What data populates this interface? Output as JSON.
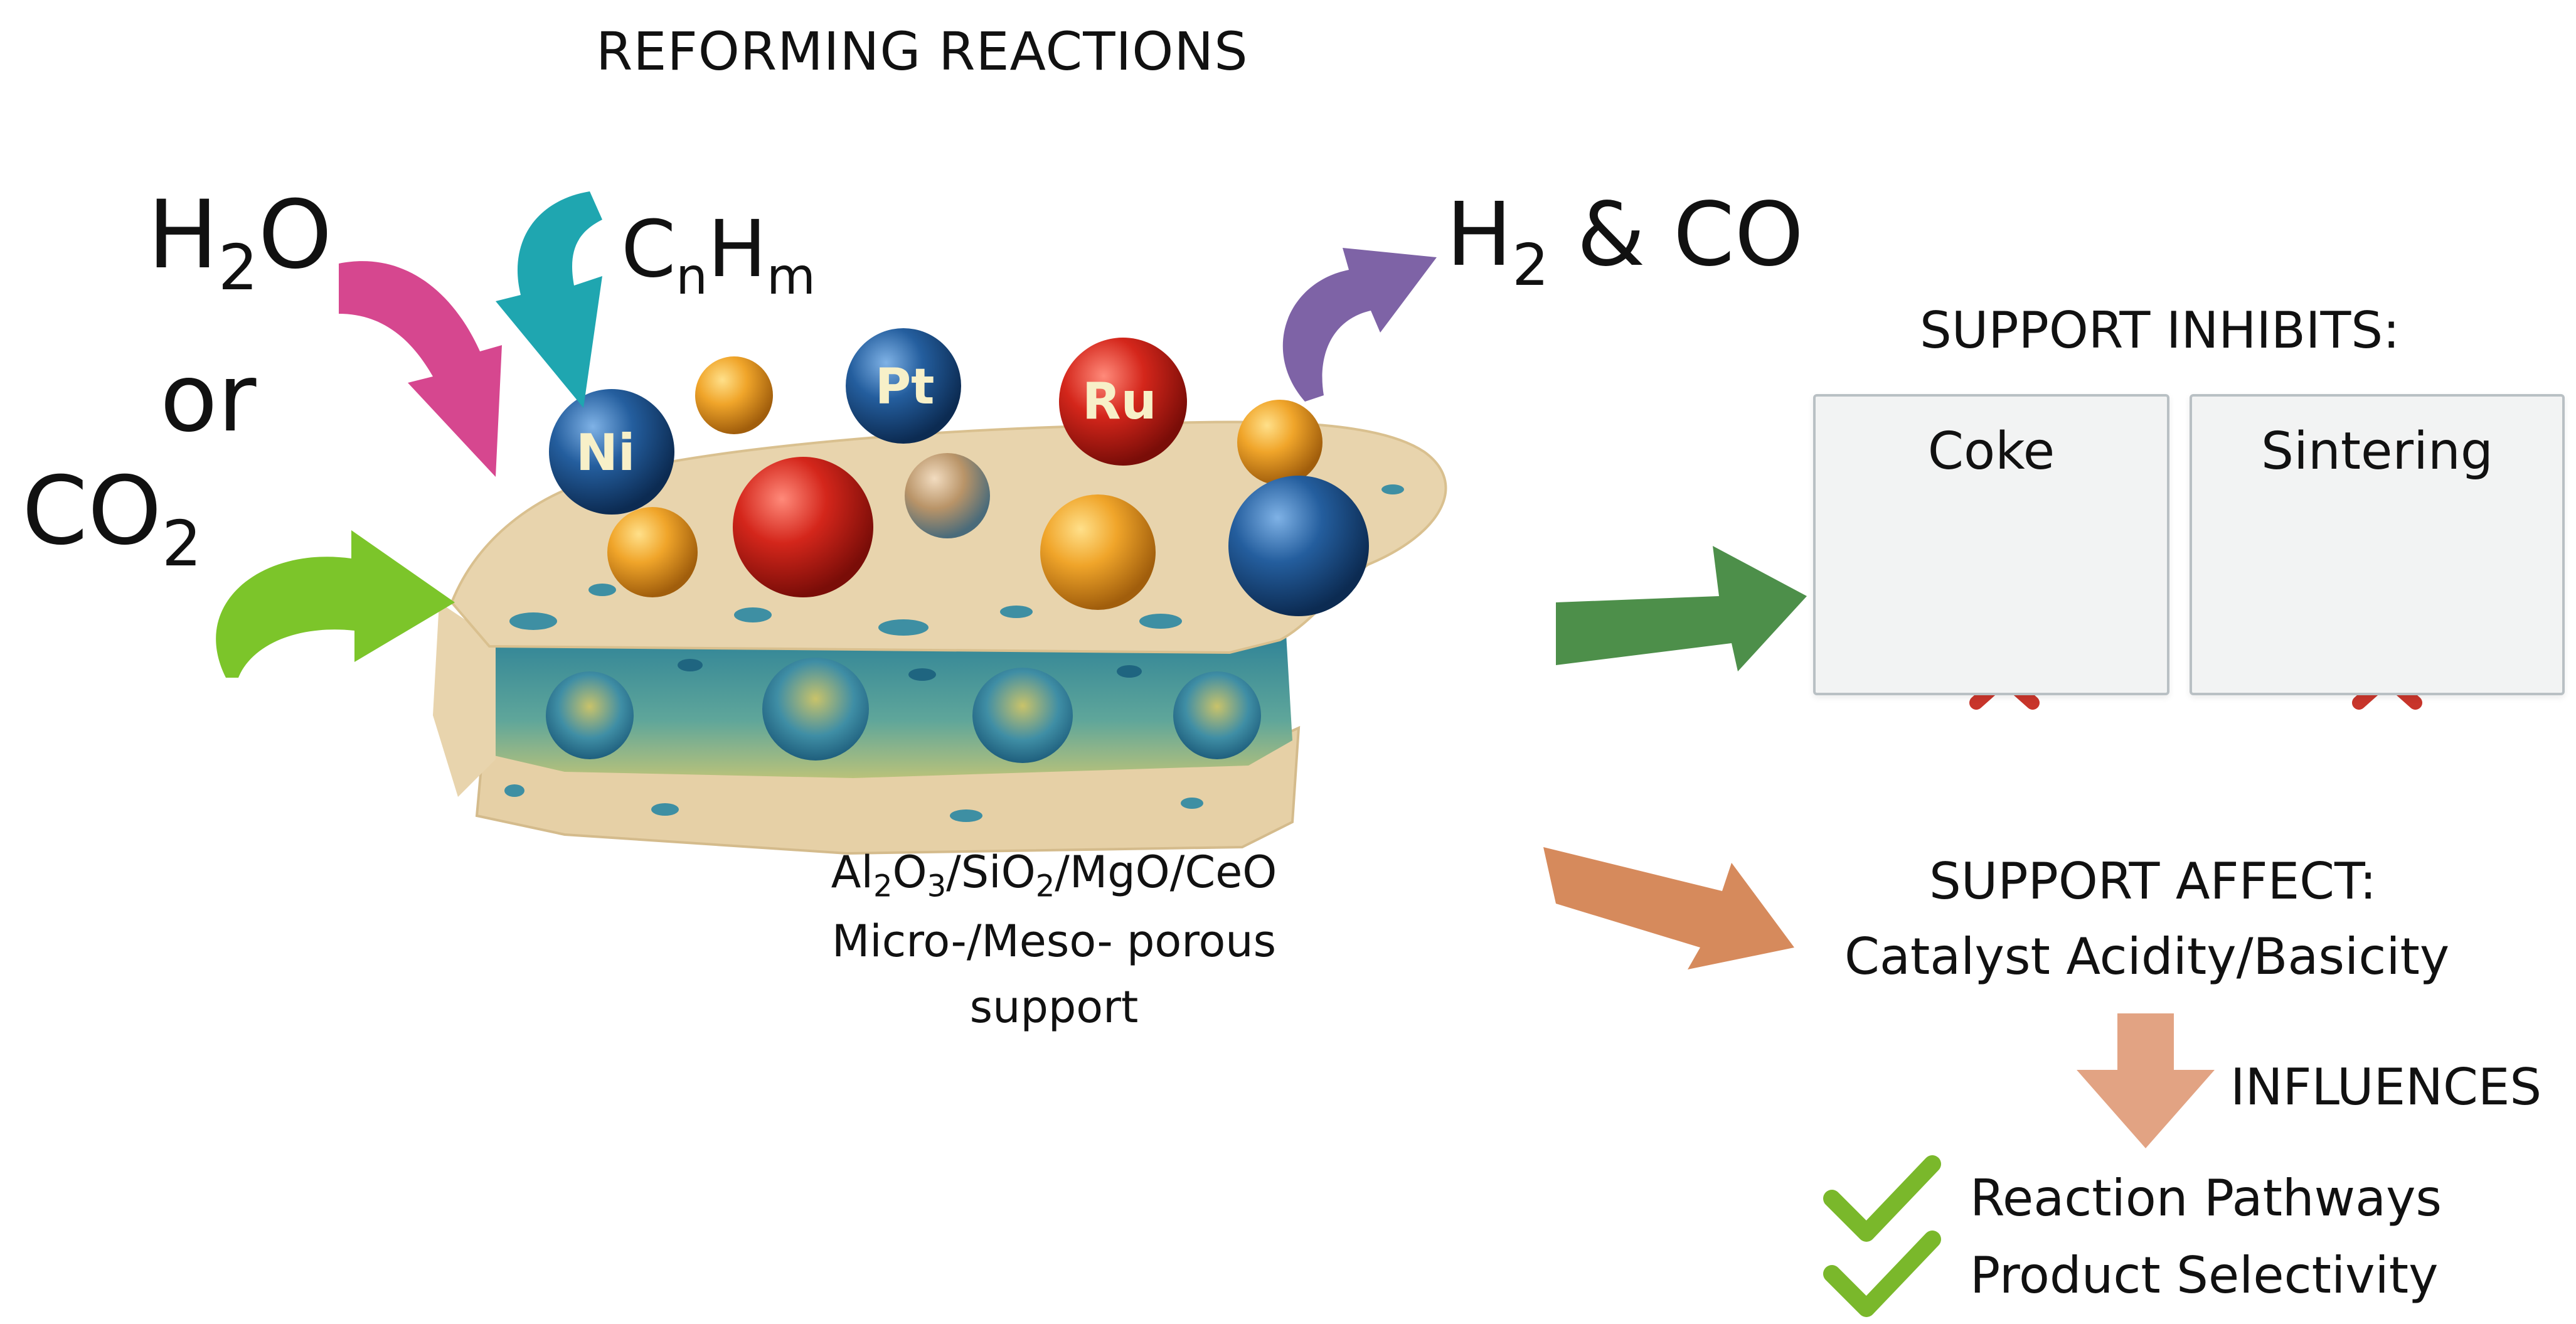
{
  "title": "REFORMING REACTIONS",
  "reactants": {
    "h2o": {
      "main": "H",
      "sub": "2",
      "tail": "O"
    },
    "or": "or",
    "co2": {
      "main": "CO",
      "sub": "2"
    },
    "hydrocarbon": {
      "c": "C",
      "n": "n",
      "h": "H",
      "m": "m"
    }
  },
  "products": {
    "h": "H",
    "sub": "2",
    "tail": " & CO"
  },
  "metals": [
    "Ni",
    "Pt",
    "Ru"
  ],
  "support_caption": {
    "line1_parts": [
      "Al",
      "2",
      "O",
      "3",
      "/SiO",
      "2",
      "/MgO/CeO"
    ],
    "line2": "Micro-/Meso- porous",
    "line3": "support"
  },
  "inhibits": {
    "header": "SUPPORT INHIBITS:",
    "items": [
      "Coke",
      "Sintering"
    ]
  },
  "affect": {
    "header": "SUPPORT AFFECT:",
    "subheader": "Catalyst Acidity/Basicity",
    "influences": "INFLUENCES",
    "outcomes": [
      "Reaction Pathways",
      "Product Selectivity"
    ]
  },
  "colors": {
    "magenta_arrow": "#d6478f",
    "teal_arrow": "#1fa6b0",
    "green_arrow": "#7cc52a",
    "purple_arrow": "#7e63a6",
    "inhibit_arrow": "#4d8f4a",
    "affect_arrow": "#d68a5c",
    "influence_arrow": "#e2a383",
    "check": "#7ab82b",
    "cross": "#c8352b",
    "support_sand": "#e8d4ad",
    "support_teal": "#3a8fa3"
  }
}
